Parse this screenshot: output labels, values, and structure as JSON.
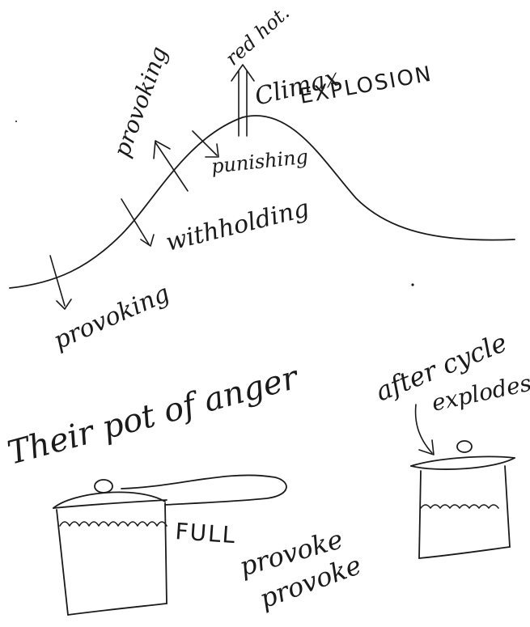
{
  "labels": {
    "red_hot": "red hot.",
    "climax": "Climax",
    "explosion": "EXPLOSION",
    "provoking_top": "provoking",
    "punishing": "punishing",
    "withholding": "withholding",
    "provoking_bottom": "provoking",
    "their_pot": "Their pot of anger",
    "full": "FULL",
    "provoke_1": "provoke",
    "provoke_2": "provoke",
    "after_cycle": "after cycle",
    "explodes": "explodes"
  }
}
